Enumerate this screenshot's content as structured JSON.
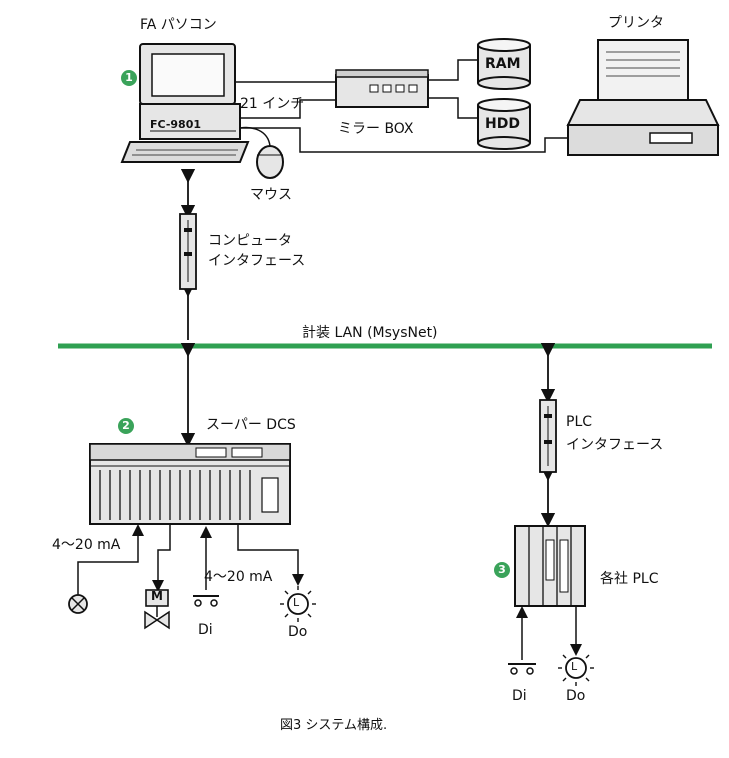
{
  "labels": {
    "fa_pc": "FA パソコン",
    "pc_model": "FC-9801",
    "monitor_size": "21 インチ",
    "mouse": "マウス",
    "mirror_box": "ミラー BOX",
    "ram": "RAM",
    "hdd": "HDD",
    "printer": "プリンタ",
    "computer_interface_1": "コンピュータ",
    "computer_interface_2": "インタフェース",
    "lan": "計装 LAN (MsysNet)",
    "super_dcs": "スーパー DCS",
    "plc_interface_1": "PLC",
    "plc_interface_2": "インタフェース",
    "plc": "各社 PLC",
    "current_1": "4～20 mA",
    "current_2": "4～20 mA",
    "di_1": "Di",
    "do_1": "Do",
    "di_2": "Di",
    "do_2": "Do",
    "motor": "M",
    "lamp": "L",
    "caption": "図3 システム構成."
  },
  "badges": {
    "one": "1",
    "two": "2",
    "three": "3"
  },
  "colors": {
    "lan_line": "#2fa052",
    "badge": "#3aa35a",
    "line": "#111111",
    "device_fill": "#e9e9e9"
  }
}
